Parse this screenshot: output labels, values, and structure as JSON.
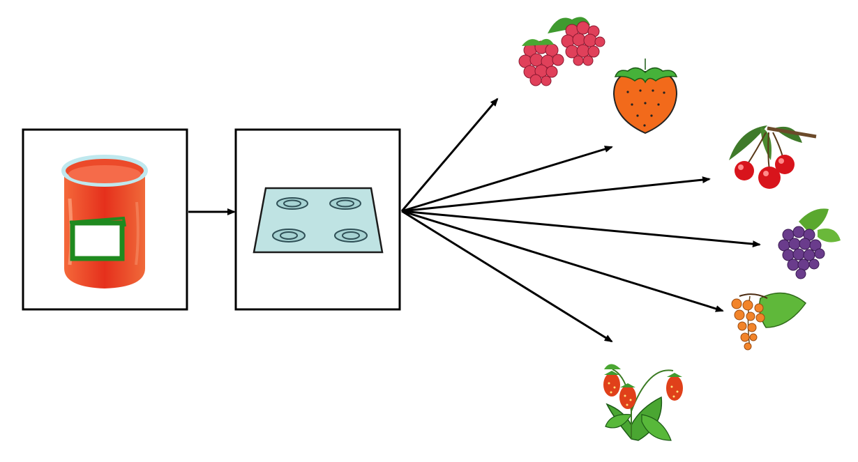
{
  "diagram": {
    "nodes": [
      {
        "id": "jar",
        "icon": "jam-jar-icon"
      },
      {
        "id": "stove",
        "icon": "stove-top-icon"
      }
    ],
    "edges": [
      {
        "from": "jar",
        "to": "stove"
      },
      {
        "from": "stove",
        "to": "raspberries"
      },
      {
        "from": "stove",
        "to": "strawberry"
      },
      {
        "from": "stove",
        "to": "cherries"
      },
      {
        "from": "stove",
        "to": "blackberries"
      },
      {
        "from": "stove",
        "to": "sea-buckthorn"
      },
      {
        "from": "stove",
        "to": "wild-strawberries"
      }
    ],
    "fruits": [
      {
        "id": "raspberries",
        "icon": "raspberries-icon"
      },
      {
        "id": "strawberry",
        "icon": "strawberry-icon"
      },
      {
        "id": "cherries",
        "icon": "cherries-icon"
      },
      {
        "id": "blackberries",
        "icon": "blackberries-icon"
      },
      {
        "id": "sea-buckthorn",
        "icon": "sea-buckthorn-icon"
      },
      {
        "id": "wild-strawberries",
        "icon": "wild-strawberries-icon"
      }
    ],
    "colors": {
      "jam_red": "#e83a20",
      "label_green": "#1f8a1f",
      "stove_glass": "#bfe3e3",
      "raspberry": "#e0405a",
      "strawberry": "#f26a1b",
      "cherry": "#d8141c",
      "blackberry": "#6a3c8c",
      "leaf": "#3f9a2f"
    }
  }
}
